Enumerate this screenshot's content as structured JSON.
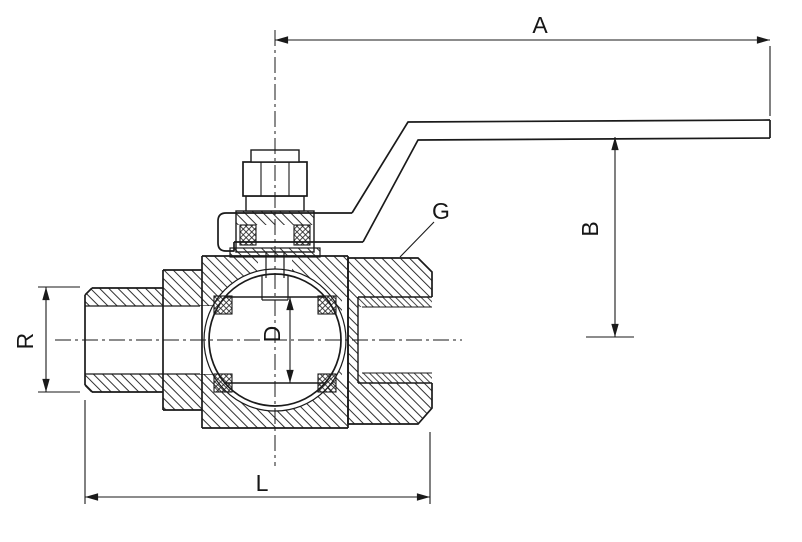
{
  "drawing": {
    "background": "#ffffff",
    "line_color": "#1a1a1a",
    "labels": {
      "A": "A",
      "B": "B",
      "G": "G",
      "D": "D",
      "R": "R",
      "L": "L"
    }
  }
}
